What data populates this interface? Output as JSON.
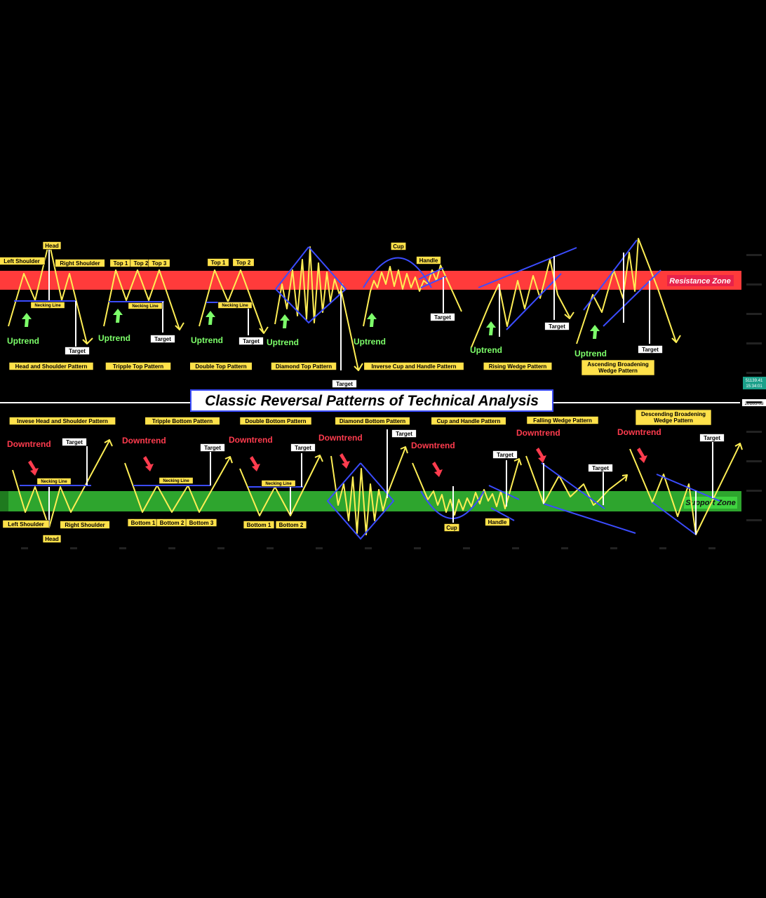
{
  "title": "Classic Reversal Patterns of Technical Analysis",
  "zones": {
    "resistance": "Resistance Zone",
    "support": "Support Zone"
  },
  "price_labels": {
    "upper": "51139.41",
    "upper_time": "15:34:01",
    "mid": "28185.03"
  },
  "trends": {
    "up": "Uptrend",
    "down": "Downtrend"
  },
  "top_patterns": [
    {
      "name": "Head and Shoulder Pattern",
      "labels": [
        "Left Shoulder",
        "Head",
        "Right Shoulder",
        "Necking Line",
        "Target"
      ]
    },
    {
      "name": "Tripple Top Pattern",
      "labels": [
        "Top 1",
        "Top 2",
        "Top 3",
        "Necking Line",
        "Target"
      ]
    },
    {
      "name": "Double Top Pattern",
      "labels": [
        "Top 1",
        "Top 2",
        "Necking Line",
        "Target"
      ]
    },
    {
      "name": "Diamond Top Pattern",
      "labels": [
        "Target"
      ]
    },
    {
      "name": "Inverse Cup and Handle Pattern",
      "labels": [
        "Cup",
        "Handle",
        "Target"
      ]
    },
    {
      "name": "Rising Wedge Pattern",
      "labels": [
        "Target"
      ]
    },
    {
      "name": "Ascending Broadening Wedge Pattern",
      "labels": [
        "Target"
      ]
    }
  ],
  "bottom_patterns": [
    {
      "name": "Invese Head and Shoulder Pattern",
      "labels": [
        "Left Shoulder",
        "Head",
        "Right Shoulder",
        "Necking Line",
        "Target"
      ]
    },
    {
      "name": "Tripple Bottom Pattern",
      "labels": [
        "Bottom 1",
        "Bottom 2",
        "Bottom 3",
        "Necking Line",
        "Target"
      ]
    },
    {
      "name": "Double Bottom Pattern",
      "labels": [
        "Bottom 1",
        "Bottom 2",
        "Necking Line",
        "Target"
      ]
    },
    {
      "name": "Diamond Bottom Pattern",
      "labels": [
        "Target"
      ]
    },
    {
      "name": "Cup and Handle Pattern",
      "labels": [
        "Cup",
        "Handle",
        "Target"
      ]
    },
    {
      "name": "Falling Wedge Pattern",
      "labels": [
        "Target"
      ]
    },
    {
      "name": "Descending Broadening Wedge Pattern",
      "labels": [
        "Target"
      ]
    }
  ],
  "colors": {
    "background": "#000000",
    "resistance": "#ff3b3b",
    "support": "#2ea52e",
    "price_path": "#ffee55",
    "trendline": "#3b4cff",
    "label_fill": "#ffe14a",
    "uptrend": "#7dff6a",
    "downtrend": "#ff3c4e"
  }
}
